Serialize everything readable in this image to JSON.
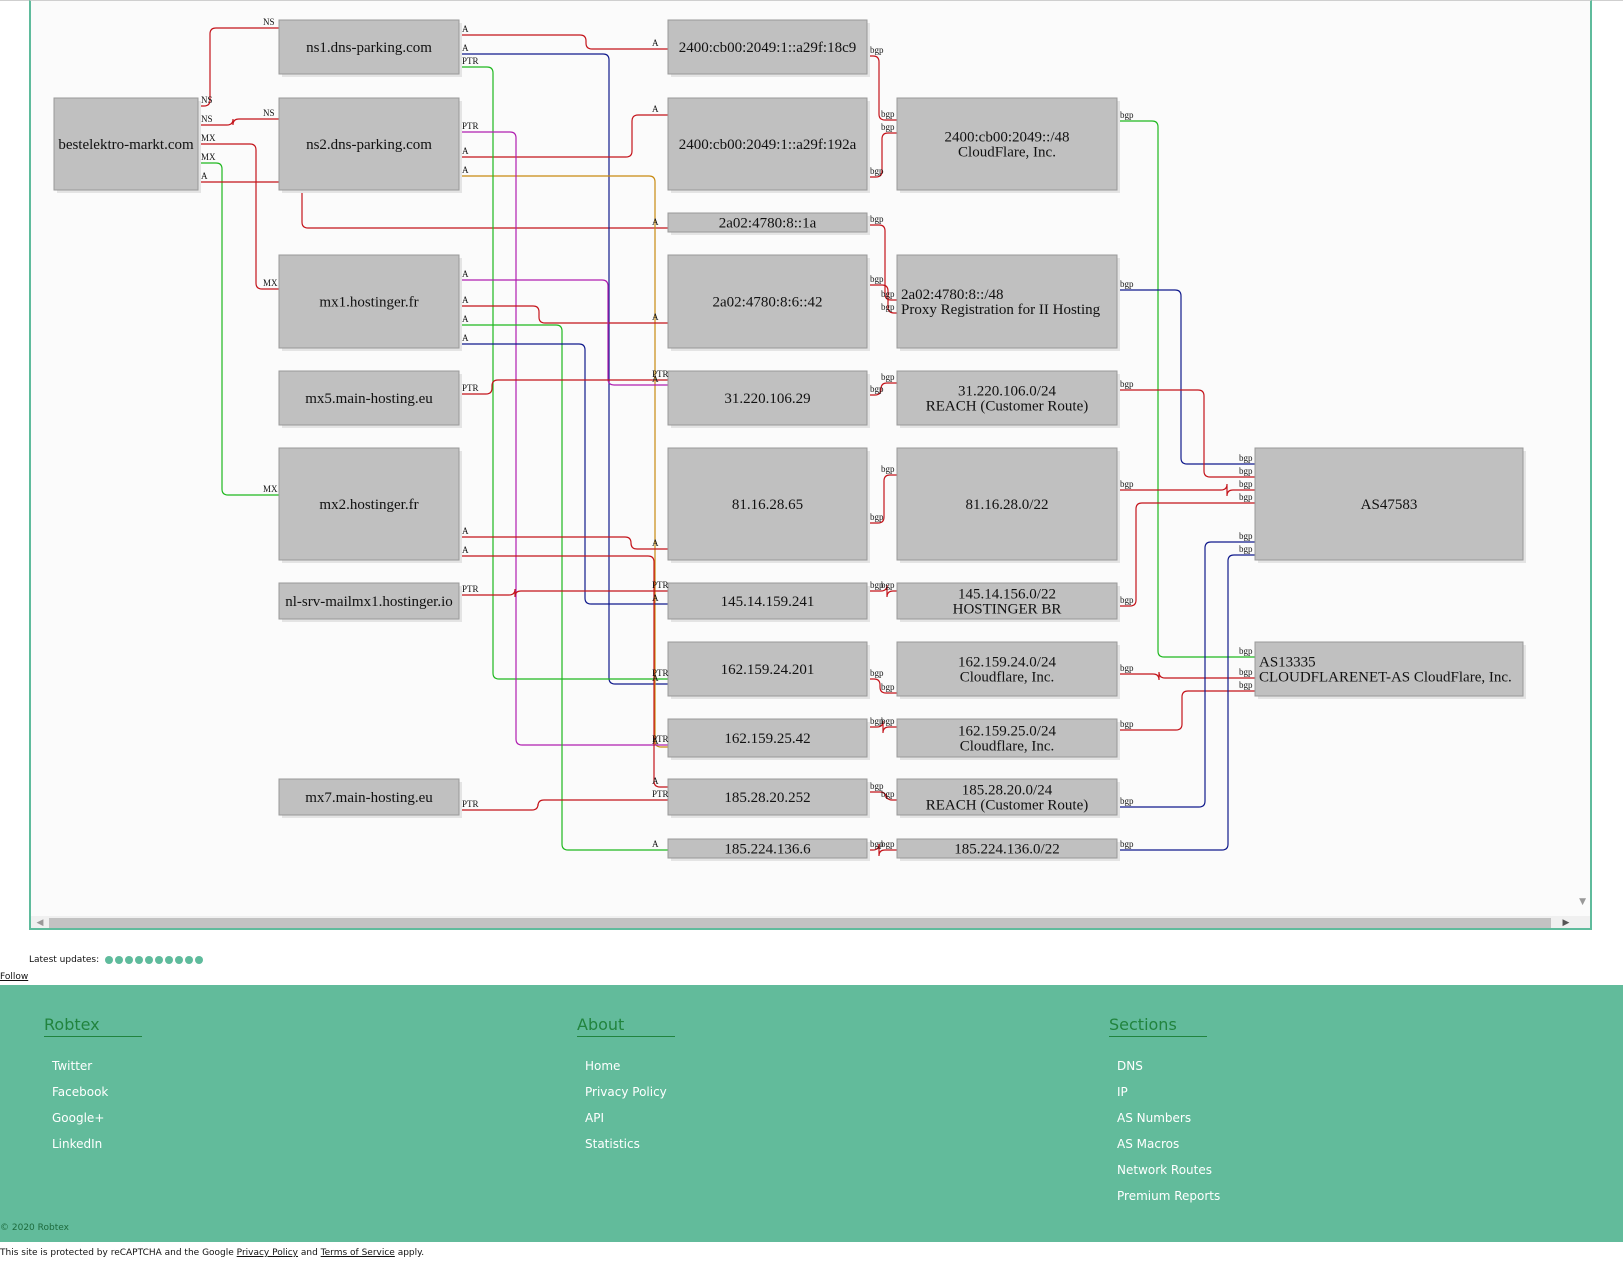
{
  "graph": {
    "nodes": [
      {
        "id": "root",
        "lines": [
          "bestelektro-markt.com"
        ]
      },
      {
        "id": "ns1",
        "lines": [
          "ns1.dns-parking.com"
        ]
      },
      {
        "id": "ns2",
        "lines": [
          "ns2.dns-parking.com"
        ]
      },
      {
        "id": "mx1",
        "lines": [
          "mx1.hostinger.fr"
        ]
      },
      {
        "id": "mx5",
        "lines": [
          "mx5.main-hosting.eu"
        ]
      },
      {
        "id": "mx2",
        "lines": [
          "mx2.hostinger.fr"
        ]
      },
      {
        "id": "nlsrv",
        "lines": [
          "nl-srv-mailmx1.hostinger.io"
        ]
      },
      {
        "id": "mx7",
        "lines": [
          "mx7.main-hosting.eu"
        ]
      },
      {
        "id": "ip6a",
        "lines": [
          "2400:cb00:2049:1::a29f:18c9"
        ]
      },
      {
        "id": "ip6b",
        "lines": [
          "2400:cb00:2049:1::a29f:192a"
        ]
      },
      {
        "id": "ip6c",
        "lines": [
          "2a02:4780:8::1a"
        ]
      },
      {
        "id": "ip6d",
        "lines": [
          "2a02:4780:8:6::42"
        ]
      },
      {
        "id": "ip1",
        "lines": [
          "31.220.106.29"
        ]
      },
      {
        "id": "ip2",
        "lines": [
          "81.16.28.65"
        ]
      },
      {
        "id": "ip3",
        "lines": [
          "145.14.159.241"
        ]
      },
      {
        "id": "ip4",
        "lines": [
          "162.159.24.201"
        ]
      },
      {
        "id": "ip5",
        "lines": [
          "162.159.25.42"
        ]
      },
      {
        "id": "ip6",
        "lines": [
          "185.28.20.252"
        ]
      },
      {
        "id": "ip7",
        "lines": [
          "185.224.136.6"
        ]
      },
      {
        "id": "net1",
        "lines": [
          "2400:cb00:2049::/48",
          "CloudFlare, Inc."
        ]
      },
      {
        "id": "net2",
        "lines": [
          "2a02:4780:8::/48",
          "Proxy Registration for II Hosting"
        ]
      },
      {
        "id": "net3",
        "lines": [
          "31.220.106.0/24",
          "REACH (Customer Route)"
        ]
      },
      {
        "id": "net4",
        "lines": [
          "81.16.28.0/22"
        ]
      },
      {
        "id": "net5",
        "lines": [
          "145.14.156.0/22",
          "HOSTINGER BR"
        ]
      },
      {
        "id": "net6",
        "lines": [
          "162.159.24.0/24",
          "Cloudflare, Inc."
        ]
      },
      {
        "id": "net7",
        "lines": [
          "162.159.25.0/24",
          "Cloudflare, Inc."
        ]
      },
      {
        "id": "net8",
        "lines": [
          "185.28.20.0/24",
          "REACH (Customer Route)"
        ]
      },
      {
        "id": "net9",
        "lines": [
          "185.224.136.0/22"
        ]
      },
      {
        "id": "as1",
        "lines": [
          "AS47583"
        ]
      },
      {
        "id": "as2",
        "lines": [
          "AS13335",
          "CLOUDFLARENET-AS CloudFlare, Inc."
        ]
      }
    ],
    "edge_colors": {
      "red": "#c4141b",
      "green": "#1fb81f",
      "blue": "#101a8c",
      "magenta": "#b01fb0",
      "orange": "#c88a10"
    },
    "edges": [
      {
        "from": "root",
        "to": "ns1",
        "label": "NS",
        "color": "red"
      },
      {
        "from": "root",
        "to": "ns2",
        "label": "NS",
        "color": "red"
      },
      {
        "from": "root",
        "to": "mx1",
        "label": "MX",
        "color": "red"
      },
      {
        "from": "root",
        "to": "mx2",
        "label": "MX",
        "color": "green"
      },
      {
        "from": "root",
        "to": "ip6c",
        "label": "A",
        "color": "red"
      },
      {
        "from": "ns1",
        "to": "ip6a",
        "label": "A",
        "color": "red"
      },
      {
        "from": "ns1",
        "to": "ip4",
        "label": "A",
        "color": "blue"
      },
      {
        "from": "ns2",
        "to": "ip6b",
        "label": "A",
        "color": "red"
      },
      {
        "from": "ns2",
        "to": "ip5",
        "label": "A",
        "color": "orange"
      },
      {
        "from": "ip4",
        "to": "ns1",
        "label": "PTR",
        "color": "green"
      },
      {
        "from": "ip5",
        "to": "ns2",
        "label": "PTR",
        "color": "magenta"
      },
      {
        "from": "mx1",
        "to": "ip6d",
        "label": "A",
        "color": "red"
      },
      {
        "from": "mx1",
        "to": "ip7",
        "label": "A",
        "color": "green"
      },
      {
        "from": "mx1",
        "to": "ip3",
        "label": "A",
        "color": "blue"
      },
      {
        "from": "mx1",
        "to": "ip1",
        "label": "A",
        "color": "magenta"
      },
      {
        "from": "mx2",
        "to": "ip2",
        "label": "A",
        "color": "red"
      },
      {
        "from": "mx2",
        "to": "ip6",
        "label": "A",
        "color": "red"
      },
      {
        "from": "ip1",
        "to": "mx5",
        "label": "PTR",
        "color": "red"
      },
      {
        "from": "ip3",
        "to": "nlsrv",
        "label": "PTR",
        "color": "red"
      },
      {
        "from": "ip6",
        "to": "mx7",
        "label": "PTR",
        "color": "red"
      },
      {
        "from": "ip6a",
        "to": "net1",
        "label": "bgp",
        "color": "red"
      },
      {
        "from": "ip6b",
        "to": "net1",
        "label": "bgp",
        "color": "red"
      },
      {
        "from": "ip6c",
        "to": "net2",
        "label": "bgp",
        "color": "red"
      },
      {
        "from": "ip6d",
        "to": "net2",
        "label": "bgp",
        "color": "red"
      },
      {
        "from": "ip1",
        "to": "net3",
        "label": "bgp",
        "color": "red"
      },
      {
        "from": "ip2",
        "to": "net4",
        "label": "bgp",
        "color": "red"
      },
      {
        "from": "ip3",
        "to": "net5",
        "label": "bgp",
        "color": "red"
      },
      {
        "from": "ip4",
        "to": "net6",
        "label": "bgp",
        "color": "red"
      },
      {
        "from": "ip5",
        "to": "net7",
        "label": "bgp",
        "color": "red"
      },
      {
        "from": "ip6",
        "to": "net8",
        "label": "bgp",
        "color": "red"
      },
      {
        "from": "ip7",
        "to": "net9",
        "label": "bgp",
        "color": "red"
      },
      {
        "from": "net1",
        "to": "as2",
        "label": "bgp",
        "color": "green"
      },
      {
        "from": "net2",
        "to": "as1",
        "label": "bgp",
        "color": "blue"
      },
      {
        "from": "net3",
        "to": "as1",
        "label": "bgp",
        "color": "red"
      },
      {
        "from": "net4",
        "to": "as1",
        "label": "bgp",
        "color": "red"
      },
      {
        "from": "net5",
        "to": "as1",
        "label": "bgp",
        "color": "red"
      },
      {
        "from": "net6",
        "to": "as2",
        "label": "bgp",
        "color": "red"
      },
      {
        "from": "net7",
        "to": "as2",
        "label": "bgp",
        "color": "red"
      },
      {
        "from": "net8",
        "to": "as1",
        "label": "bgp",
        "color": "blue"
      },
      {
        "from": "net9",
        "to": "as1",
        "label": "bgp",
        "color": "blue"
      }
    ]
  },
  "updates": {
    "label": "Latest updates:",
    "dot_count": 10
  },
  "follow_label": "Follow",
  "footer": {
    "columns": [
      {
        "heading": "Robtex",
        "links": [
          "Twitter",
          "Facebook",
          "Google+",
          "LinkedIn"
        ]
      },
      {
        "heading": "About",
        "links": [
          "Home",
          "Privacy Policy",
          "API",
          "Statistics"
        ]
      },
      {
        "heading": "Sections",
        "links": [
          "DNS",
          "IP",
          "AS Numbers",
          "AS Macros",
          "Network Routes",
          "Premium Reports"
        ]
      }
    ],
    "copyright": "© 2020 Robtex"
  },
  "recaptcha": {
    "prefix": "This site is protected by reCAPTCHA and the Google ",
    "privacy": "Privacy Policy",
    "and": " and ",
    "terms": "Terms of Service",
    "suffix": " apply."
  }
}
